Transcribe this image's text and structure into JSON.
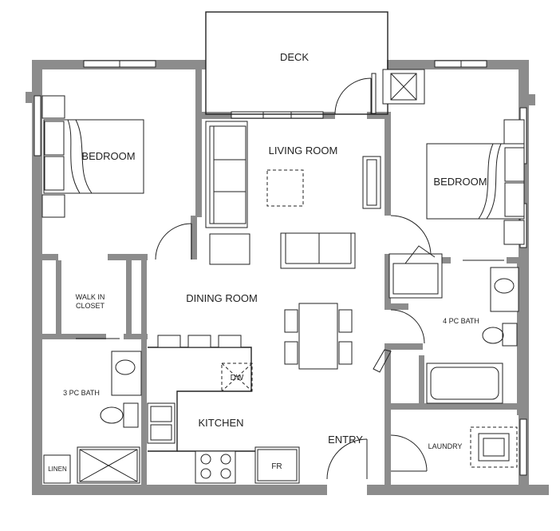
{
  "rooms": {
    "deck": "DECK",
    "living_room": "LIVING ROOM",
    "bedroom_left": "BEDROOM",
    "bedroom_right": "BEDROOM",
    "walk_in_closet_line1": "WALK IN",
    "walk_in_closet_line2": "CLOSET",
    "dining_room": "DINING ROOM",
    "bath_3pc": "3 PC BATH",
    "bath_4pc": "4 PC BATH",
    "kitchen": "KITCHEN",
    "entry": "ENTRY",
    "laundry": "LAUNDRY",
    "linen": "LINEN"
  },
  "fixtures": {
    "dishwasher": "DW",
    "fridge": "FR"
  }
}
